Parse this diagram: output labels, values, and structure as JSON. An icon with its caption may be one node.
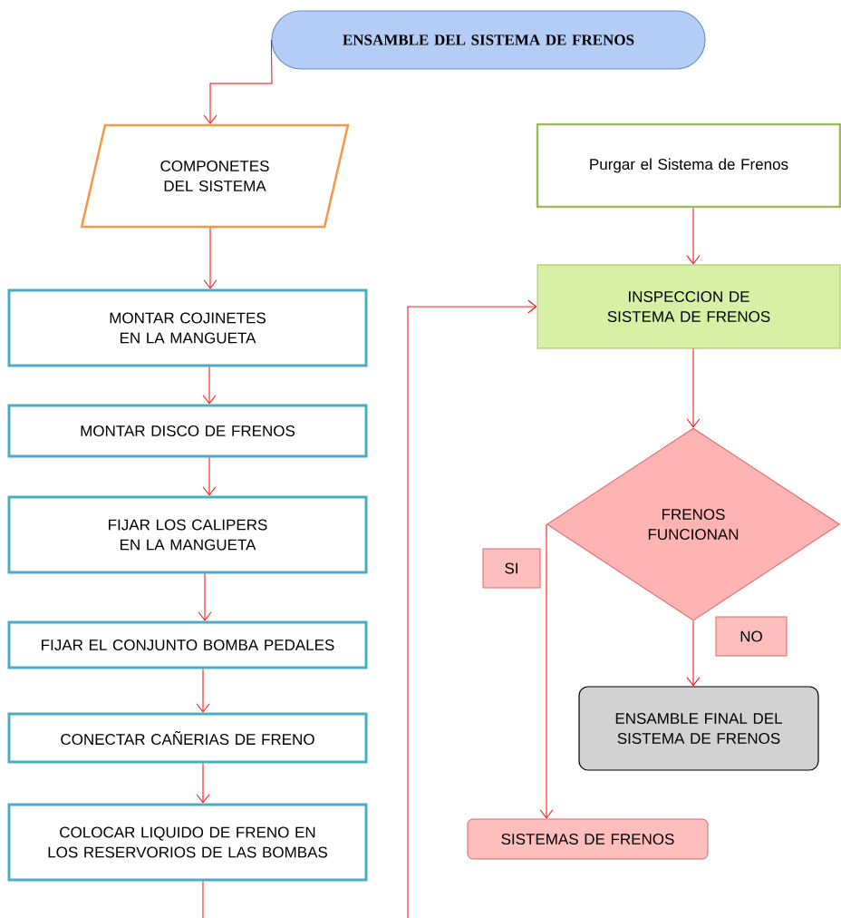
{
  "diagram": {
    "nodes": [
      {
        "text": [
          "ENSAMBLE DEL SISTEMA  DE FRENOS"
        ]
      },
      {
        "text": [
          "COMPONETES DEL SISTEMA"
        ]
      },
      {
        "text": [
          "MONTAR COJINETES EN LA MANGUETA"
        ]
      },
      {
        "text": [
          "MONTAR DISCO DE FRENOS"
        ]
      },
      {
        "text": [
          "FIJAR LOS CALIPERS EN LA MANGUETA"
        ]
      },
      {
        "text": [
          "FIJAR EL CONJUNTO BOMBA PEDALES"
        ]
      },
      {
        "text": [
          "CONECTAR CAÑERIAS DE FRENO"
        ]
      },
      {
        "text": [
          "COLOCAR LIQUIDO DE FRENO EN LOS RESERVORIOS DE LAS BOMBAS"
        ]
      },
      {
        "text": [
          "Purgar el Sistema de Frenos"
        ]
      },
      {
        "text": [
          "INSPECCION DE SISTEMA DE FRENOS"
        ]
      },
      {
        "text": [
          "FRENOS FUNCIONAN"
        ]
      },
      {
        "text": [
          "SI"
        ]
      },
      {
        "text": [
          "NO"
        ]
      },
      {
        "text": [
          "ENSAMBLE FINAL DEL SISTEMA DE FRENOS"
        ]
      },
      {
        "text": [
          "SISTEMAS DE FRENOS"
        ]
      }
    ],
    "edges": [
      {
        "from": 0,
        "to": 1,
        "arrow": "to"
      },
      {
        "from": 1,
        "to": 2,
        "arrow": "to"
      },
      {
        "from": 2,
        "to": 3,
        "arrow": "to"
      },
      {
        "from": 3,
        "to": 4,
        "arrow": "to"
      },
      {
        "from": 4,
        "to": 5,
        "arrow": "to"
      },
      {
        "from": 5,
        "to": 6,
        "arrow": "to"
      },
      {
        "from": 6,
        "to": 7,
        "arrow": "to"
      },
      {
        "from": 7,
        "to": null,
        "arrow": "none"
      },
      {
        "from": null,
        "to": 9,
        "arrow": "to"
      },
      {
        "from": 8,
        "to": 9,
        "arrow": "to"
      },
      {
        "from": 9,
        "to": 10,
        "arrow": "to"
      },
      {
        "from": 10,
        "to": 13,
        "arrow": "to"
      },
      {
        "from": 10,
        "to": 14,
        "arrow": "to"
      }
    ]
  }
}
